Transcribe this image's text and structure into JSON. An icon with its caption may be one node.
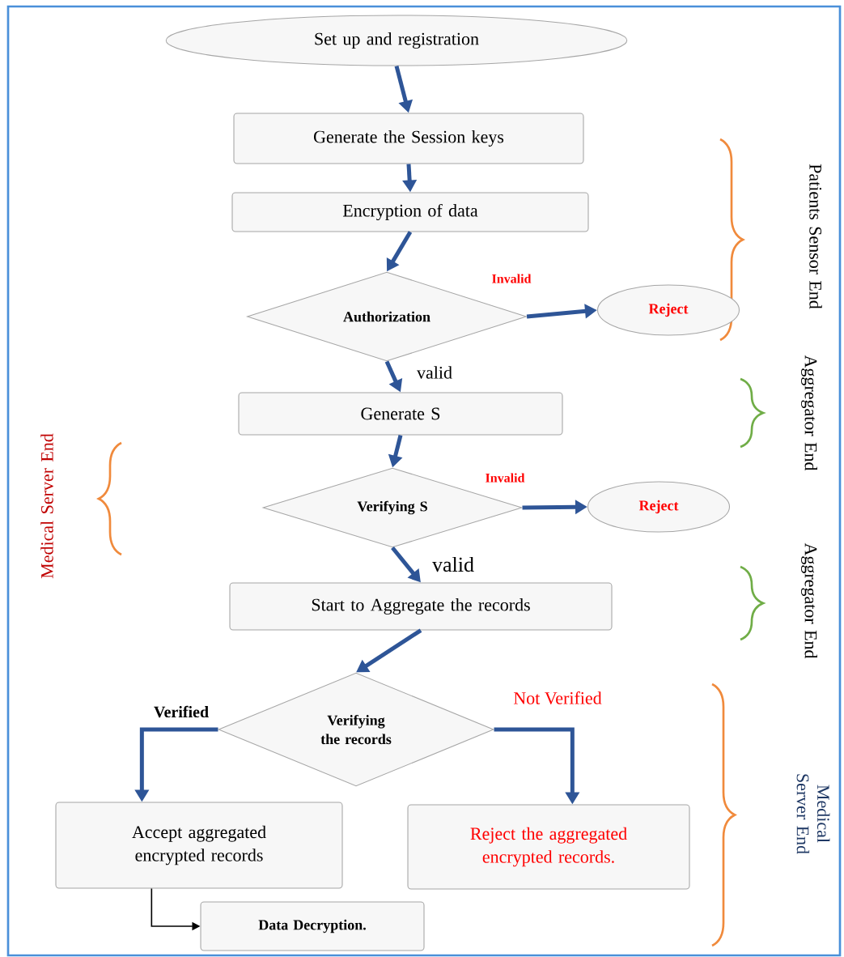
{
  "diagram": {
    "nodes": [
      {
        "text": [
          "Set up and registration"
        ]
      },
      {
        "text": [
          "Generate the Session keys"
        ]
      },
      {
        "text": [
          "Encryption of data"
        ]
      },
      {
        "text": [
          "Authorization"
        ]
      },
      {
        "text": [
          "Reject"
        ]
      },
      {
        "text": [
          "Generate S"
        ]
      },
      {
        "text": [
          "Verifying S"
        ]
      },
      {
        "text": [
          "Reject"
        ]
      },
      {
        "text": [
          "Start to Aggregate the records"
        ]
      },
      {
        "text": [
          "Verifying the records"
        ]
      },
      {
        "text": [
          "Accept aggregated encrypted records"
        ]
      },
      {
        "text": [
          "Reject the aggregated encrypted records."
        ]
      },
      {
        "text": [
          "Data Decryption."
        ]
      }
    ],
    "edges": [
      {
        "from": 0,
        "to": 1,
        "arrow": "to"
      },
      {
        "from": 1,
        "to": 2,
        "arrow": "to"
      },
      {
        "from": 2,
        "to": 3,
        "arrow": "to"
      },
      {
        "from": 3,
        "to": 4,
        "arrow": "to",
        "label": "Invalid"
      },
      {
        "from": 3,
        "to": 5,
        "arrow": "to",
        "label": "valid"
      },
      {
        "from": 5,
        "to": 6,
        "arrow": "to"
      },
      {
        "from": 6,
        "to": 7,
        "arrow": "to",
        "label": "Invalid"
      },
      {
        "from": 6,
        "to": 8,
        "arrow": "to",
        "label": "valid"
      },
      {
        "from": 8,
        "to": 9,
        "arrow": "to"
      },
      {
        "from": 9,
        "to": 10,
        "arrow": "to",
        "label": "Verified"
      },
      {
        "from": 9,
        "to": 11,
        "arrow": "to",
        "label": "Not Verified"
      },
      {
        "from": 10,
        "to": 12,
        "arrow": "to",
        "color": "#000000"
      }
    ],
    "labels": [
      "Patients Sensor End",
      "Aggregator End",
      "Medical Server End",
      "Aggregator End",
      "Medical Server End"
    ]
  }
}
